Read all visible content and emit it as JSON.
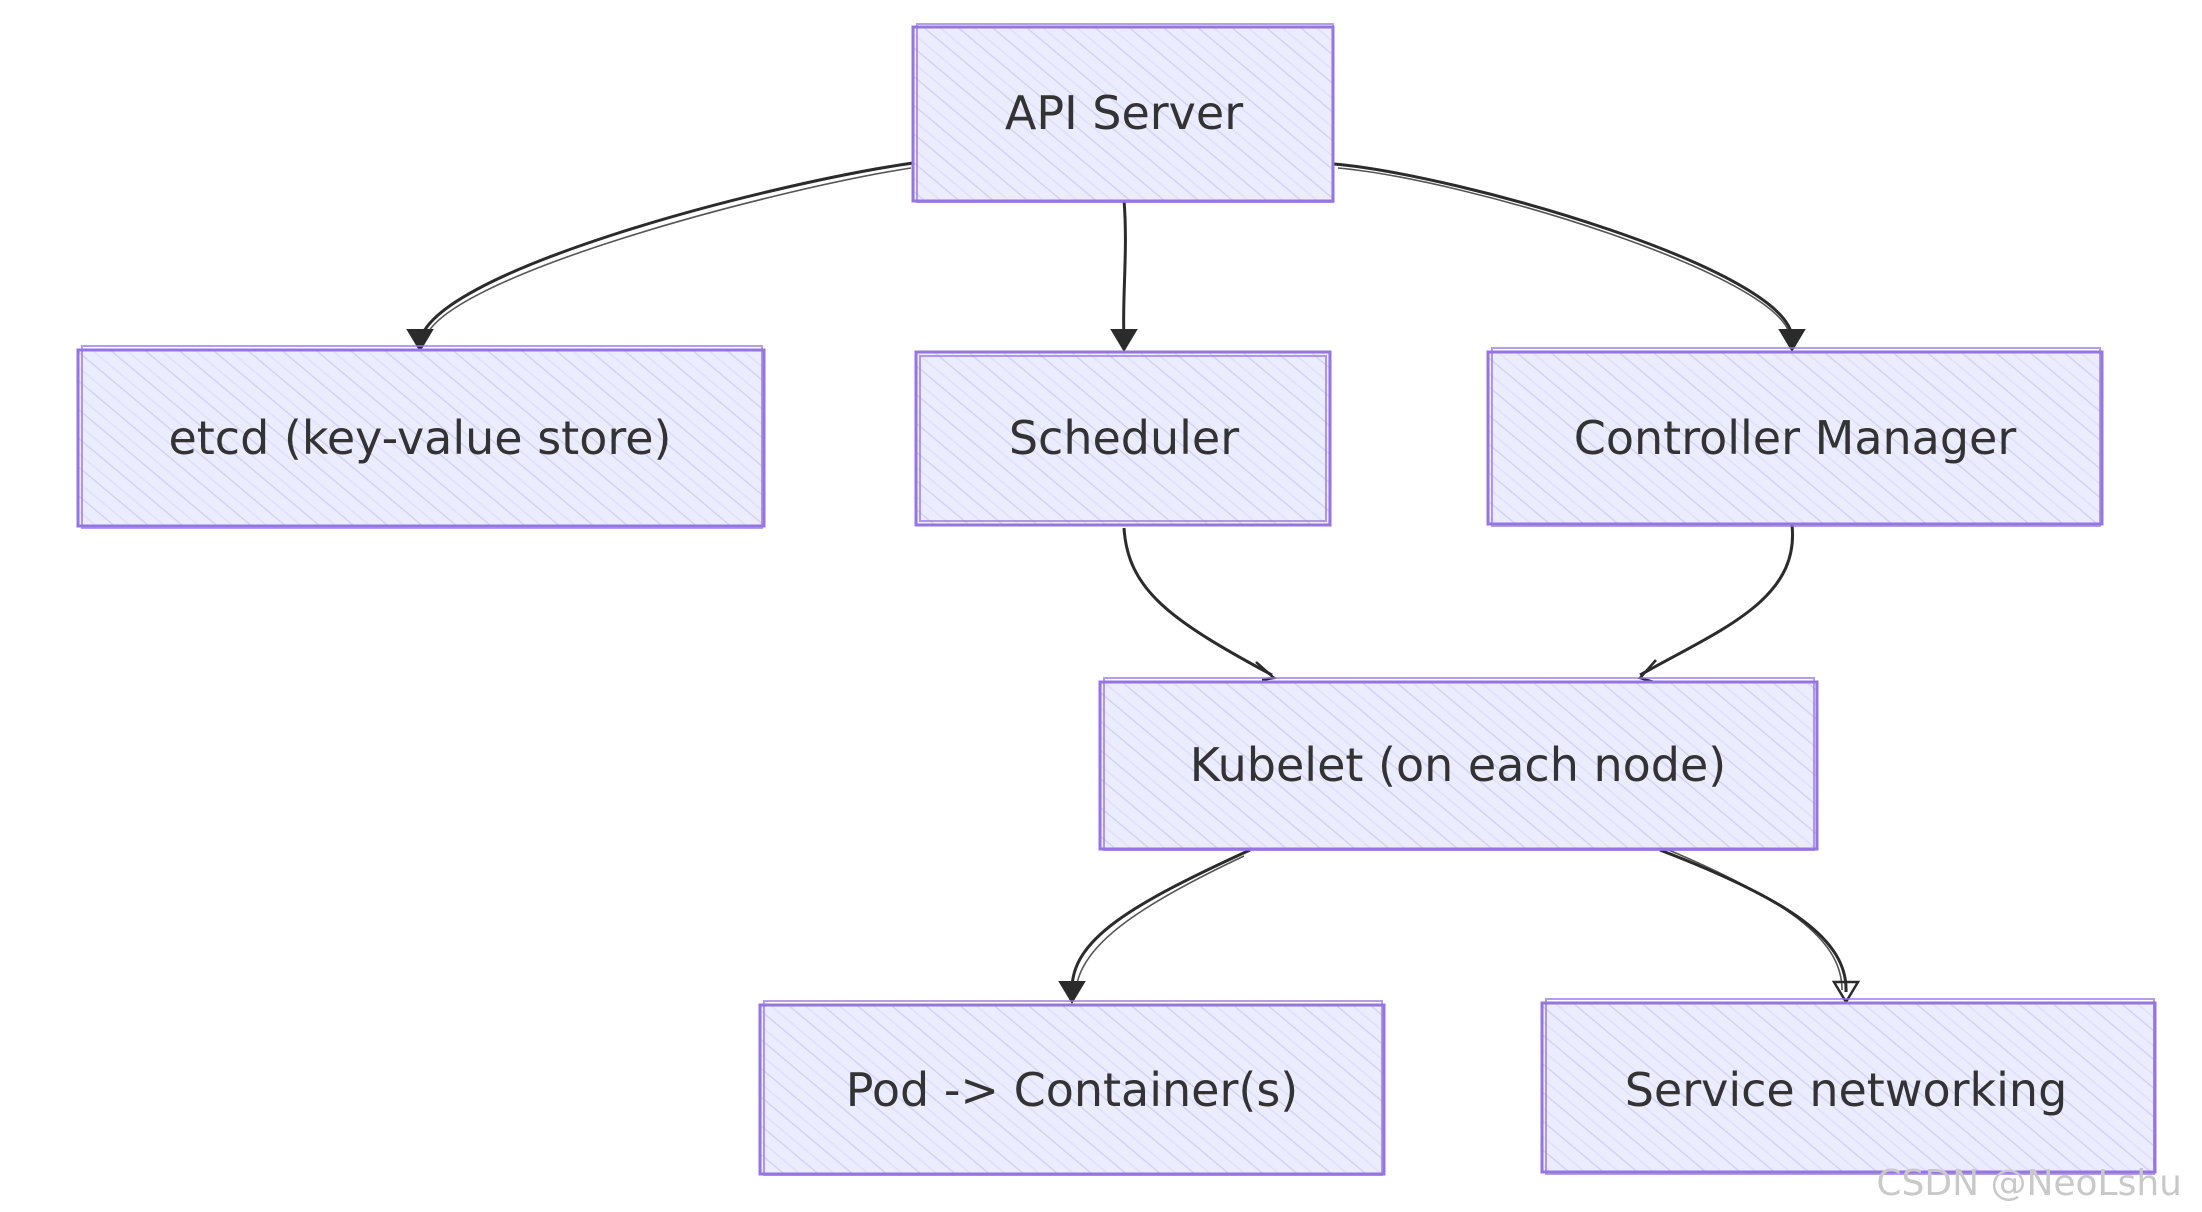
{
  "nodes": {
    "api_server": "API Server",
    "etcd": "etcd (key-value store)",
    "scheduler": "Scheduler",
    "controller_manager": "Controller Manager",
    "kubelet": "Kubelet (on each node)",
    "pod": "Pod -> Container(s)",
    "service": "Service networking"
  },
  "watermark": "CSDN @NeoLshu",
  "colors": {
    "node_fill": "#ececff",
    "node_stroke": "#9575e0",
    "edge": "#2b2b2b",
    "text": "#333333"
  }
}
